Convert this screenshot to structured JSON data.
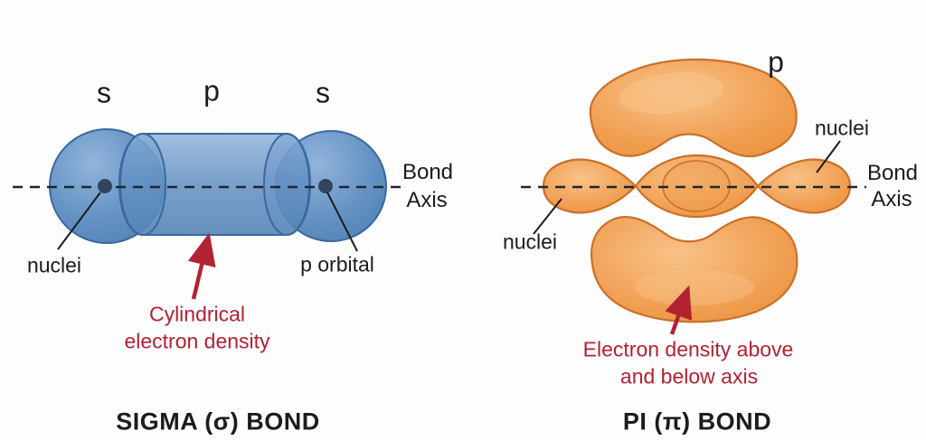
{
  "colors": {
    "background": "#fdfdfd",
    "blue_light": "#92b5db",
    "blue_mid": "#6492c4",
    "blue_deep": "#4c7db1",
    "blue_stroke": "#3a689f",
    "nucleus": "#32455c",
    "orange_light": "#f8c288",
    "orange_mid": "#f09c4e",
    "orange_deep": "#e68c38",
    "orange_stroke": "#c9702a",
    "red": "#b22233",
    "text": "#1c1c1c",
    "axis_dash": "#20262d"
  },
  "sigma": {
    "orbital_labels": [
      "s",
      "p",
      "s"
    ],
    "bond_axis": {
      "line1": "Bond",
      "line2": "Axis"
    },
    "nuclei_label": "nuclei",
    "p_orbital_label": "p orbital",
    "annotation": {
      "line1": "Cylindrical",
      "line2": "electron density"
    },
    "title": "SIGMA (σ) BOND"
  },
  "pi": {
    "orbital_label": "p",
    "nuclei_label_right": "nuclei",
    "nuclei_label_left": "nuclei",
    "bond_axis": {
      "line1": "Bond",
      "line2": "Axis"
    },
    "annotation": {
      "line1": "Electron density above",
      "line2": "and below axis"
    },
    "title": "PI (π) BOND"
  }
}
